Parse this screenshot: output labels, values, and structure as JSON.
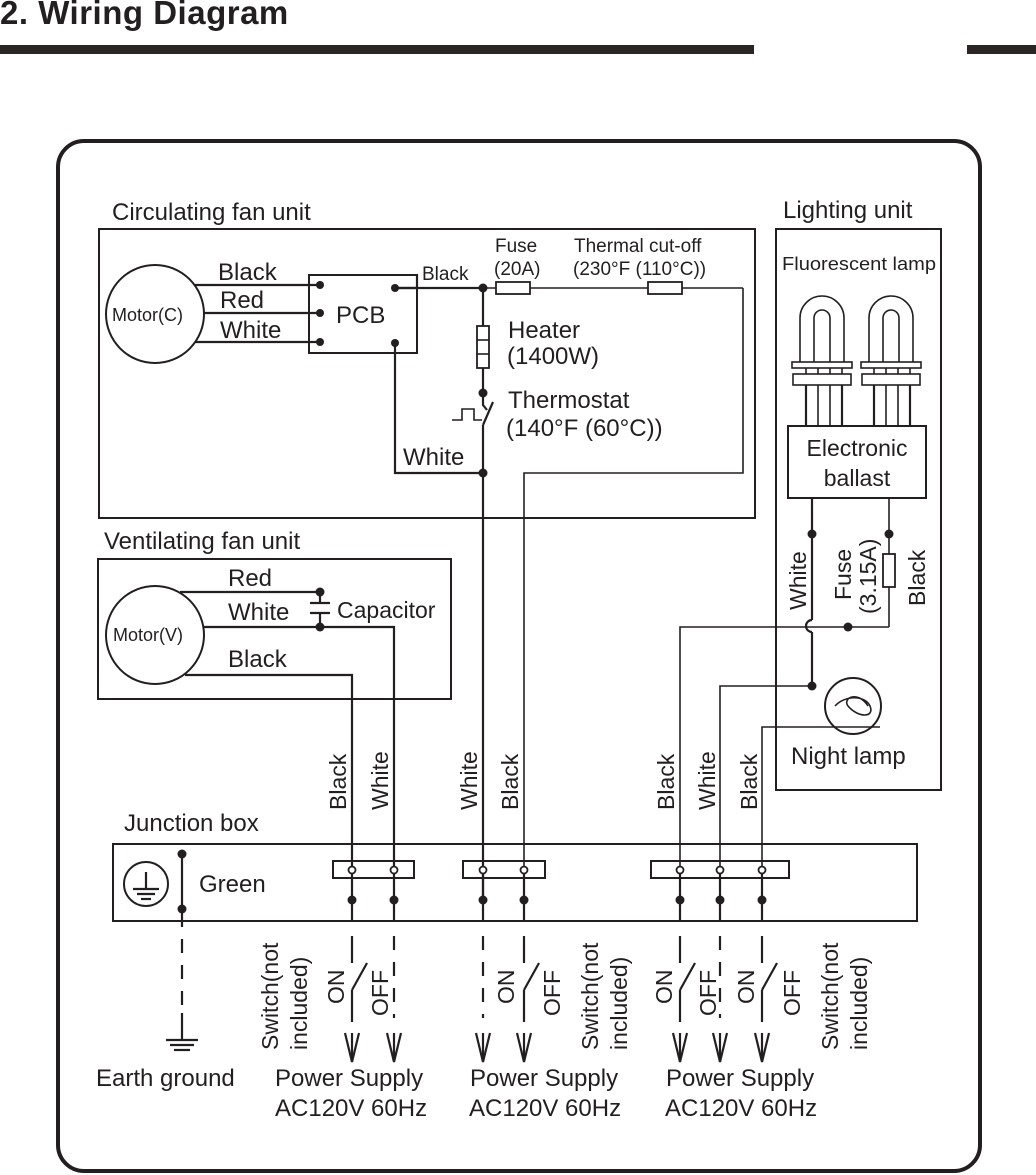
{
  "header": {
    "title": "2. Wiring Diagram"
  },
  "circulating_fan_unit": {
    "label": "Circulating fan unit",
    "motor": "Motor(C)",
    "wires": [
      "Black",
      "Red",
      "White"
    ],
    "pcb": "PCB",
    "pcb_out_black": "Black",
    "pcb_out_white": "White",
    "fuse_line1": "Fuse",
    "fuse_line2": "(20A)",
    "cutoff_line1": "Thermal cut-off",
    "cutoff_line2": "(230°F (110°C))",
    "heater_line1": "Heater",
    "heater_line2": "(1400W)",
    "thermostat_line1": "Thermostat",
    "thermostat_line2": "(140°F (60°C))"
  },
  "lighting_unit": {
    "label": "Lighting unit",
    "lamp": "Fluorescent lamp",
    "ballast_line1": "Electronic",
    "ballast_line2": "ballast",
    "wire_white": "White",
    "fuse_line1": "Fuse",
    "fuse_line2": "(3.15A)",
    "wire_black": "Black",
    "night_lamp": "Night lamp"
  },
  "ventilating_fan_unit": {
    "label": "Ventilating fan unit",
    "motor": "Motor(V)",
    "wires": [
      "Red",
      "White",
      "Black"
    ],
    "capacitor": "Capacitor"
  },
  "vertical_wire_labels": {
    "group1": [
      "Black",
      "White"
    ],
    "group2": [
      "White",
      "Black"
    ],
    "group3": [
      "Black",
      "White",
      "Black"
    ]
  },
  "junction_box": {
    "label": "Junction box",
    "ground_wire": "Green"
  },
  "switches": {
    "on": "ON",
    "off": "OFF",
    "note_line1": "Switch(not",
    "note_line2": "included)"
  },
  "footer": {
    "earth_ground": "Earth ground",
    "supplies": [
      {
        "line1": "Power Supply",
        "line2": "AC120V 60Hz"
      },
      {
        "line1": "Power Supply",
        "line2": "AC120V 60Hz"
      },
      {
        "line1": "Power Supply",
        "line2": "AC120V 60Hz"
      }
    ]
  }
}
